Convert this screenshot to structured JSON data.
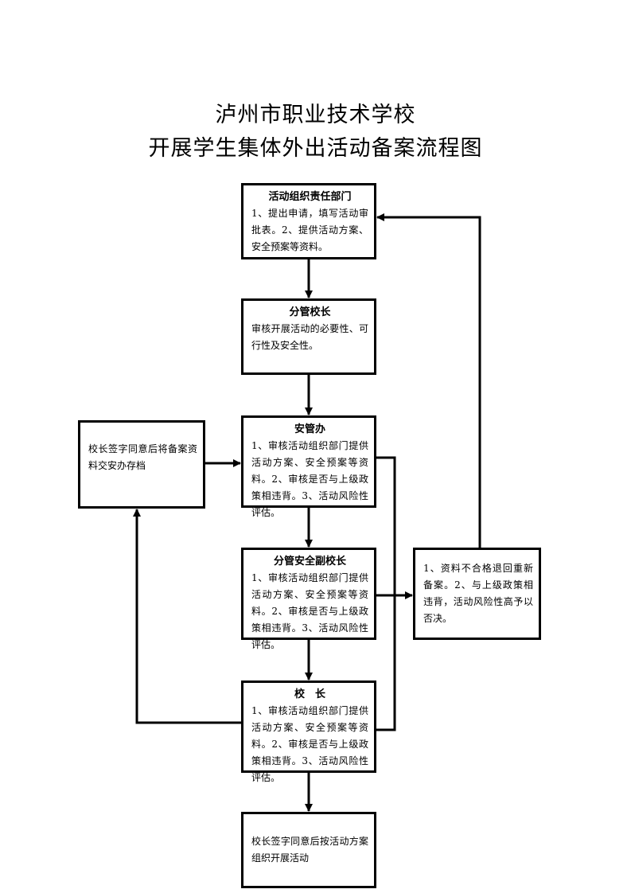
{
  "title": {
    "line1": "泸州市职业技术学校",
    "line2": "开展学生集体外出活动备案流程图"
  },
  "nodes": {
    "dept": {
      "heading": "活动组织责任部门",
      "text": "1、提出申请，填写活动审批表。2、提供活动方案、安全预案等资料。"
    },
    "vice_principal": {
      "heading": "分管校长",
      "text": "审核开展活动的必要性、可行性及安全性。"
    },
    "safety_office": {
      "heading": "安管办",
      "text": "1、审核活动组织部门提供活动方案、安全预案等资料。2、审核是否与上级政策相违背。3、活动风险性评估。"
    },
    "safety_vice_principal": {
      "heading": "分管安全副校长",
      "text": "1、审核活动组织部门提供活动方案、安全预案等资料。2、审核是否与上级政策相违背。3、活动风险性评估。"
    },
    "principal": {
      "heading": "校　长",
      "text": "1、审核活动组织部门提供活动方案、安全预案等资料。2、审核是否与上级政策相违背。3、活动风险性评估。"
    },
    "execute": {
      "text": "校长签字同意后按活动方案组织开展活动"
    },
    "archive": {
      "text": "校长签字同意后将备案资料交安办存档"
    },
    "reject": {
      "text": "1、资料不合格退回重新备案。2、与上级政策相违背，活动风险性高予以否决。"
    }
  }
}
